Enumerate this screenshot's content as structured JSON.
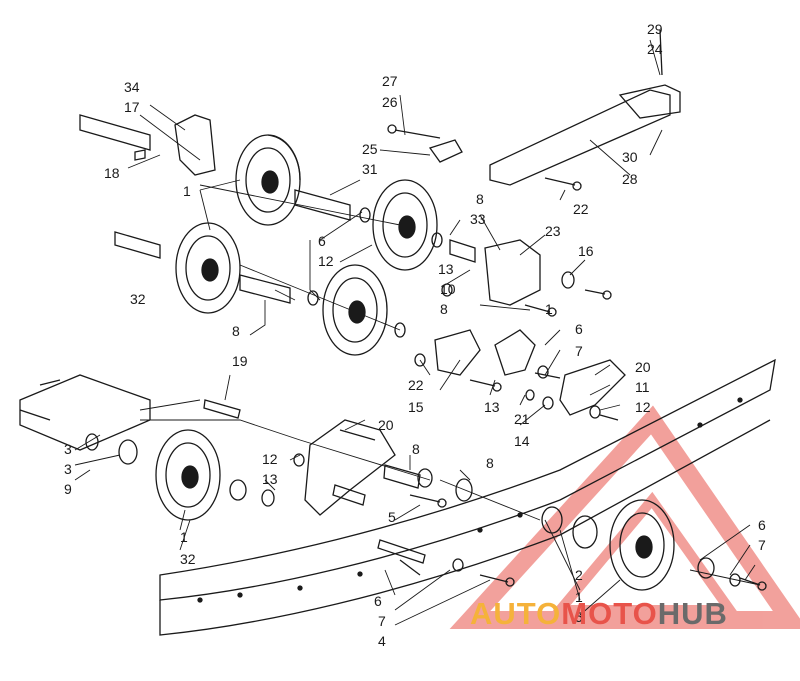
{
  "callouts": [
    "29",
    "24",
    "34",
    "17",
    "27",
    "26",
    "25",
    "31",
    "30",
    "28",
    "18",
    "1",
    "8",
    "33",
    "22",
    "23",
    "6",
    "12",
    "16",
    "13",
    "32",
    "10",
    "8",
    "1",
    "8",
    "6",
    "7",
    "19",
    "20",
    "22",
    "11",
    "12",
    "15",
    "13",
    "21",
    "20",
    "14",
    "8",
    "12",
    "3",
    "8",
    "13",
    "3",
    "9",
    "5",
    "1",
    "32",
    "6",
    "7",
    "4",
    "2",
    "1",
    "5",
    "6",
    "7"
  ],
  "watermark": {
    "part1": "AUTO",
    "part2": "MOTO",
    "part3": "HUB"
  },
  "colors": {
    "ink": "#1a1a1a",
    "wm_orange": "#f5b23a",
    "wm_red": "#e8534a",
    "wm_gray": "#6a6a6a"
  }
}
